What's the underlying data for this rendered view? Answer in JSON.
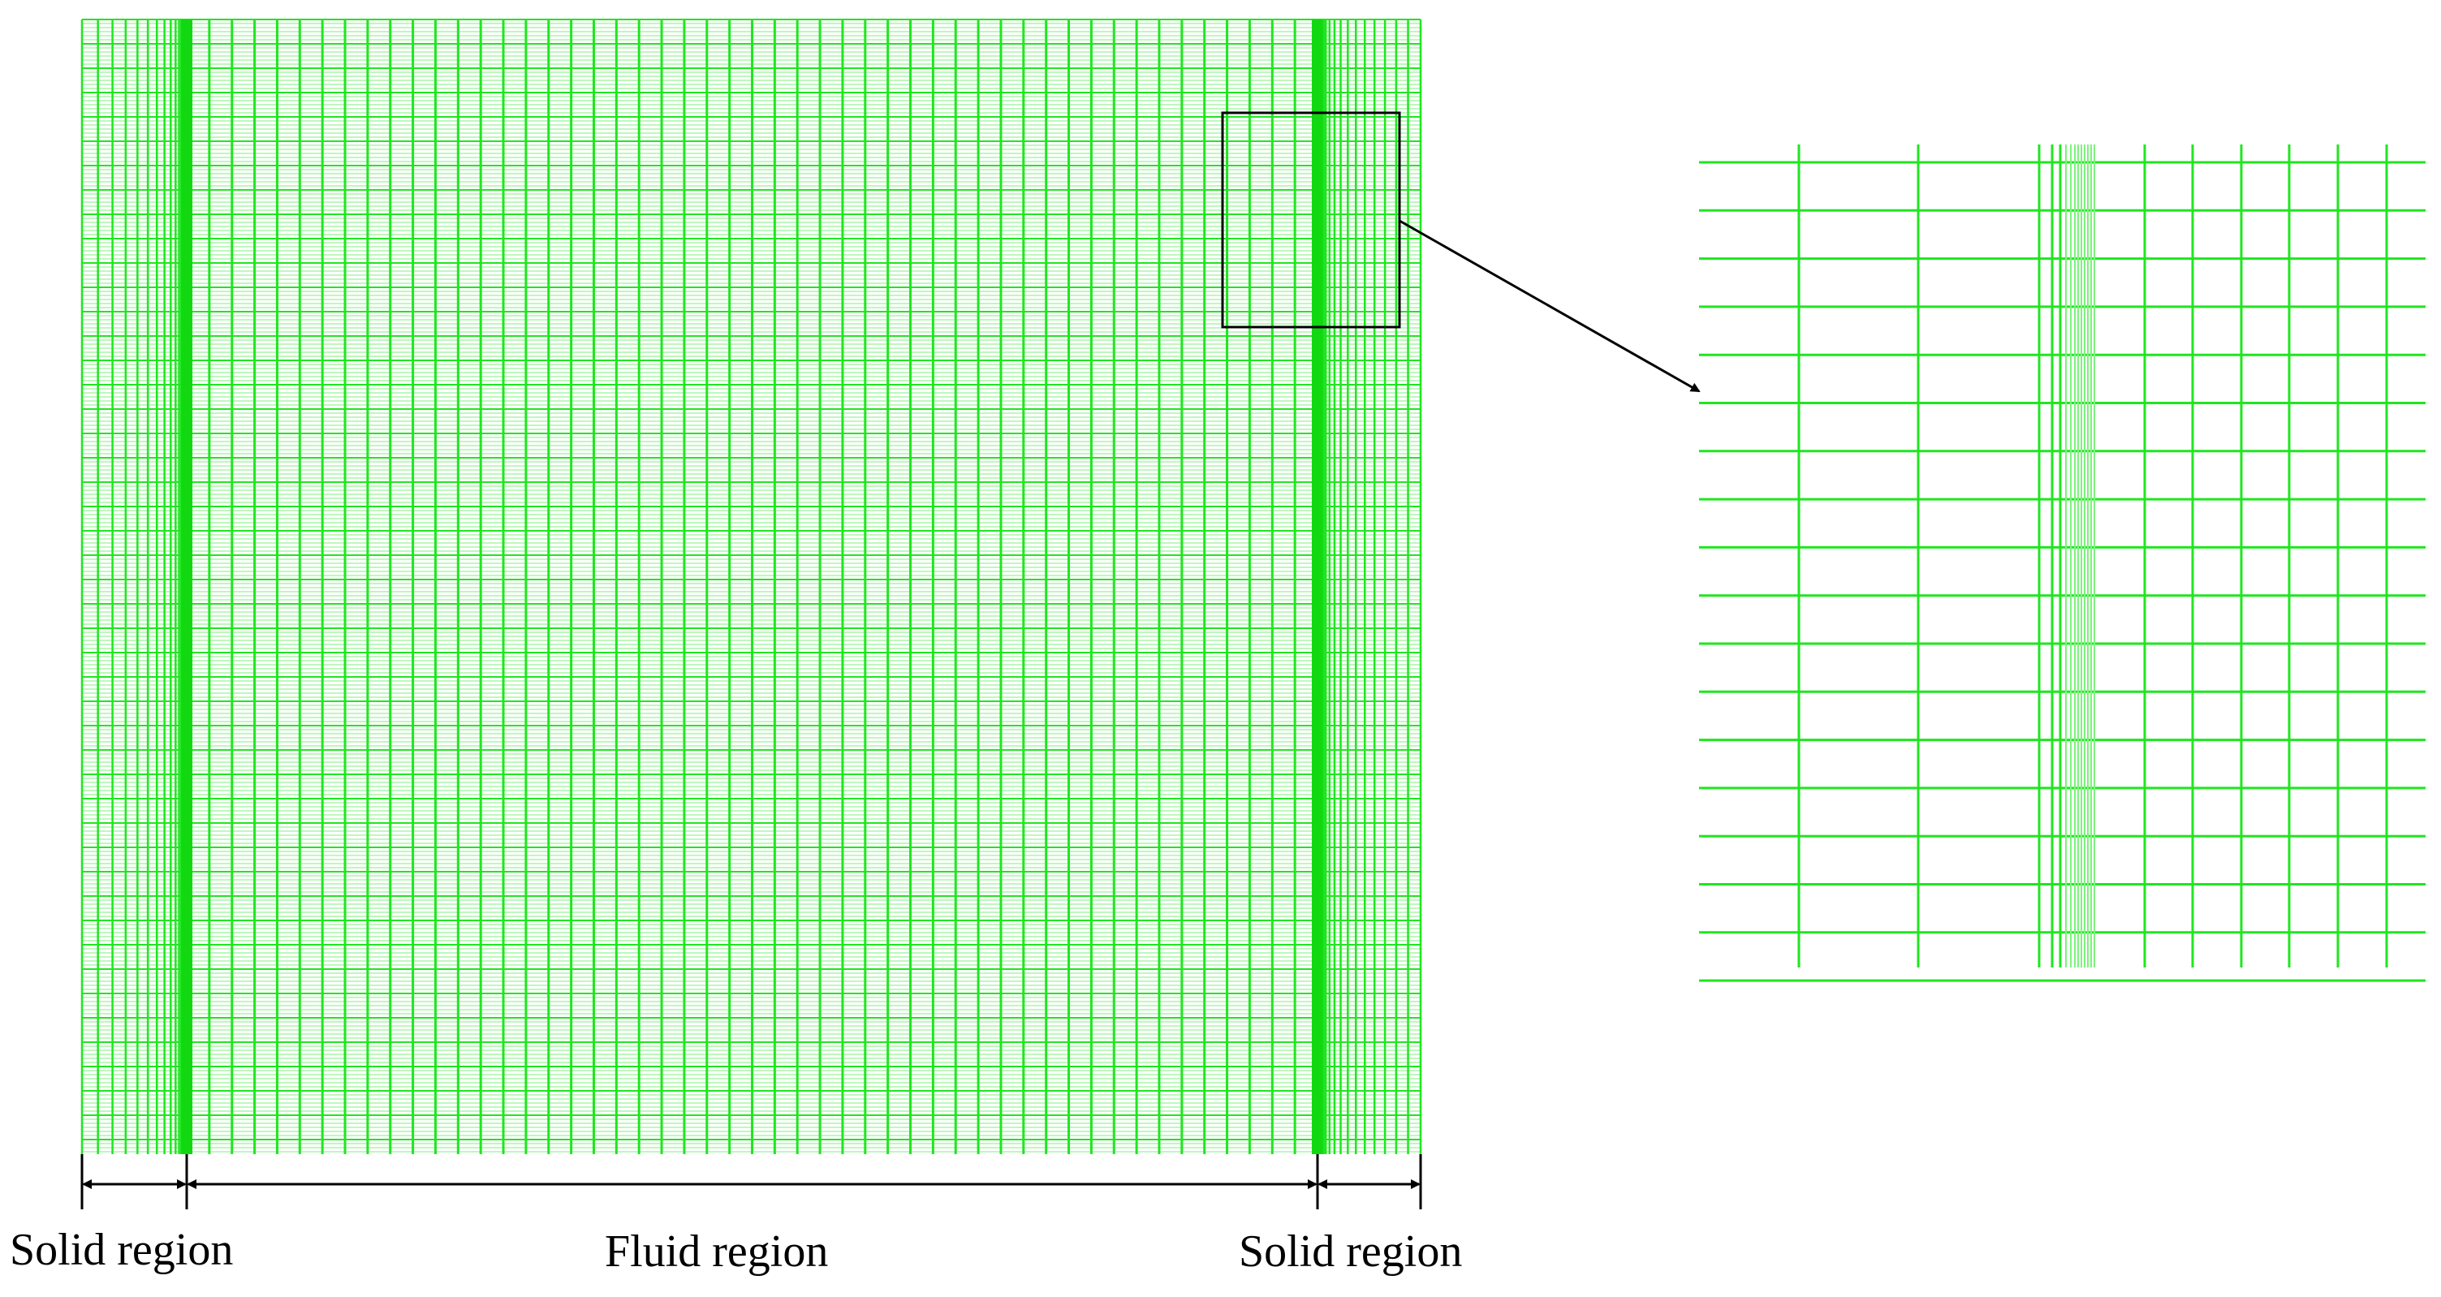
{
  "labels": {
    "solid_left": "Solid region",
    "fluid": "Fluid region",
    "solid_right": "Solid region"
  },
  "colors": {
    "mesh_line": "#1fe61f",
    "mesh_fine": "#7ef27e",
    "mesh_band": "#12d812",
    "outline": "#000000",
    "background": "#ffffff"
  }
}
